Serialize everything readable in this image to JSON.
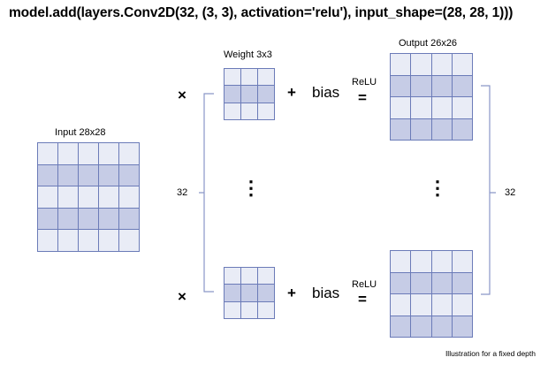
{
  "title": "model.add(layers.Conv2D(32, (3, 3), activation='relu'), input_shape=(28, 28, 1)))",
  "input_label": "Input 28x28",
  "weight_label": "Weight 3x3",
  "output_label": "Output 26x26",
  "times_symbol": "×",
  "plus_symbol": "+",
  "bias_label": "bias",
  "relu_label": "ReLU",
  "equals_symbol": "=",
  "vertical_ellipsis": "⋮",
  "filter_count_left": "32",
  "filter_count_right": "32",
  "footer": "Illustration for a fixed depth",
  "colors": {
    "grid_line": "#6b7bb8",
    "cell_light": "#e9ecf6",
    "cell_dark": "#c6cce6",
    "bracket": "#8a96c8"
  }
}
